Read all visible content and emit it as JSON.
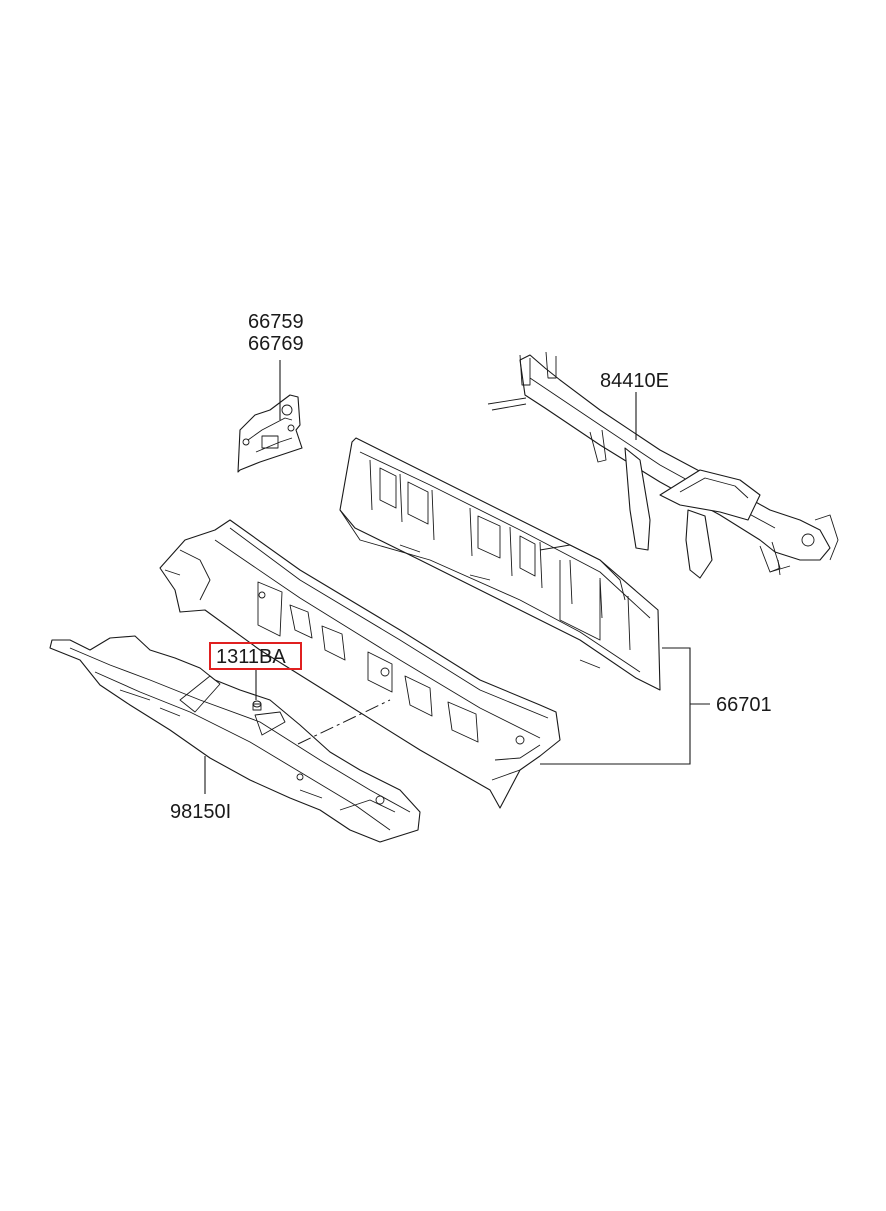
{
  "labels": {
    "bracket_upper": "66759",
    "bracket_lower": "66769",
    "crossmember": "84410E",
    "cowl_panel": "66701",
    "clip": "1311BA",
    "cowl_cover": "98150I"
  },
  "colors": {
    "line": "#1a1a1a",
    "highlight": "#e02020",
    "background": "#ffffff"
  }
}
